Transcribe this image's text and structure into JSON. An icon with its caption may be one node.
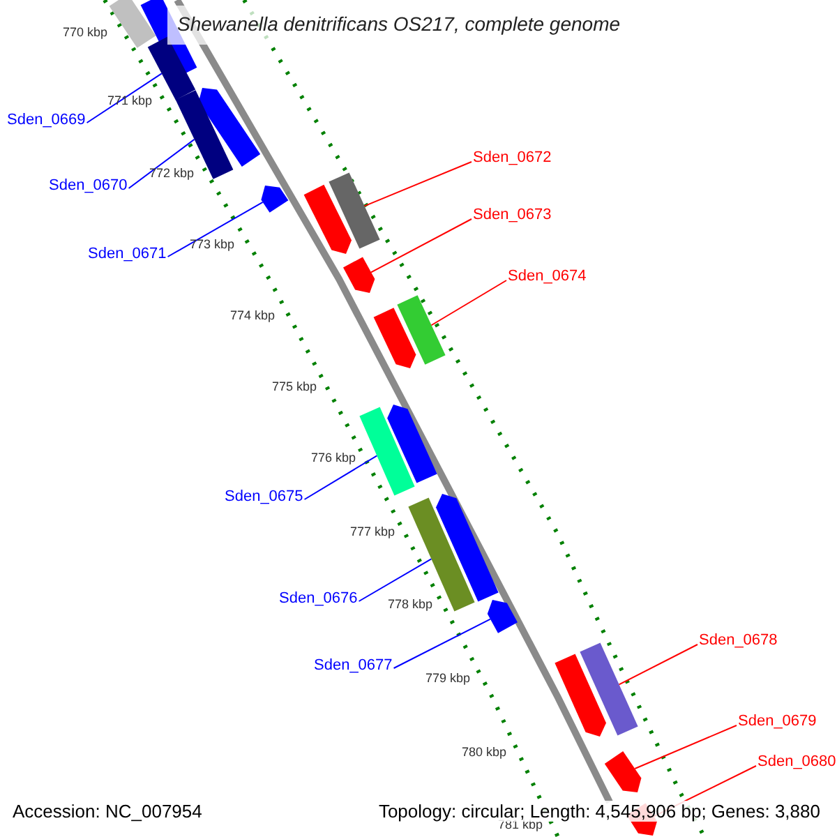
{
  "diagram": {
    "title": "Shewanella denitrificans OS217, complete genome",
    "nodes": [
      {
        "text": [
          "Sden_0669"
        ]
      },
      {
        "text": [
          "Sden_0670"
        ]
      },
      {
        "text": [
          "Sden_0671"
        ]
      },
      {
        "text": [
          "Sden_0672"
        ]
      },
      {
        "text": [
          "Sden_0673"
        ]
      },
      {
        "text": [
          "Sden_0674"
        ]
      },
      {
        "text": [
          "Sden_0675"
        ]
      },
      {
        "text": [
          "Sden_0676"
        ]
      },
      {
        "text": [
          "Sden_0677"
        ]
      },
      {
        "text": [
          "Sden_0678"
        ]
      },
      {
        "text": [
          "Sden_0679"
        ]
      },
      {
        "text": [
          "Sden_0680"
        ]
      },
      {
        "text": [],
        "shape": "bar"
      },
      {
        "text": [],
        "shape": "bar"
      },
      {
        "text": [],
        "shape": "bar"
      },
      {
        "text": [],
        "shape": "bar"
      },
      {
        "text": [],
        "shape": "bar"
      },
      {
        "text": [],
        "shape": "bar"
      },
      {
        "text": [],
        "shape": "bar"
      },
      {
        "text": [],
        "shape": "bar"
      },
      {
        "text": [],
        "shape": "bar"
      },
      {
        "text": [],
        "shape": "bar"
      },
      {
        "text": [],
        "shape": "bar"
      },
      {
        "text": [],
        "shape": "bar"
      },
      {
        "text": [],
        "shape": "bar"
      },
      {
        "text": [],
        "shape": "bar"
      },
      {
        "text": [],
        "shape": "bar"
      },
      {
        "text": [],
        "shape": "bar"
      },
      {
        "text": [],
        "shape": "bar"
      },
      {
        "text": [],
        "shape": "bar"
      },
      {
        "text": [],
        "shape": "bar"
      },
      {
        "text": [],
        "shape": "bar"
      }
    ],
    "edges": [
      {
        "from": 0,
        "to": 14,
        "arrow": "none"
      },
      {
        "from": 1,
        "to": 16,
        "arrow": "none"
      },
      {
        "from": 2,
        "to": 18,
        "arrow": "none"
      },
      {
        "from": 3,
        "to": 17,
        "arrow": "none",
        "color": "#ff0000"
      },
      {
        "from": 4,
        "to": 20,
        "arrow": "none",
        "color": "#ff0000"
      },
      {
        "from": 5,
        "to": 21,
        "arrow": "none",
        "color": "#ff0000"
      },
      {
        "from": 6,
        "to": 24,
        "arrow": "none"
      },
      {
        "from": 7,
        "to": 26,
        "arrow": "none"
      },
      {
        "from": 8,
        "to": 27,
        "arrow": "none"
      },
      {
        "from": 9,
        "to": 28,
        "arrow": "none",
        "color": "#ff0000"
      },
      {
        "from": 10,
        "to": 30,
        "arrow": "none",
        "color": "#ff0000"
      },
      {
        "from": 11,
        "to": 31,
        "arrow": "none",
        "color": "#ff0000"
      }
    ],
    "labels": [
      "770 kbp",
      "771 kbp",
      "772 kbp",
      "773 kbp",
      "774 kbp",
      "775 kbp",
      "776 kbp",
      "777 kbp",
      "778 kbp",
      "779 kbp",
      "780 kbp",
      "781 kbp",
      "Accession: NC_007954",
      "Topology: circular; Length: 4,545,906 bp; Genes: 3,880"
    ]
  }
}
